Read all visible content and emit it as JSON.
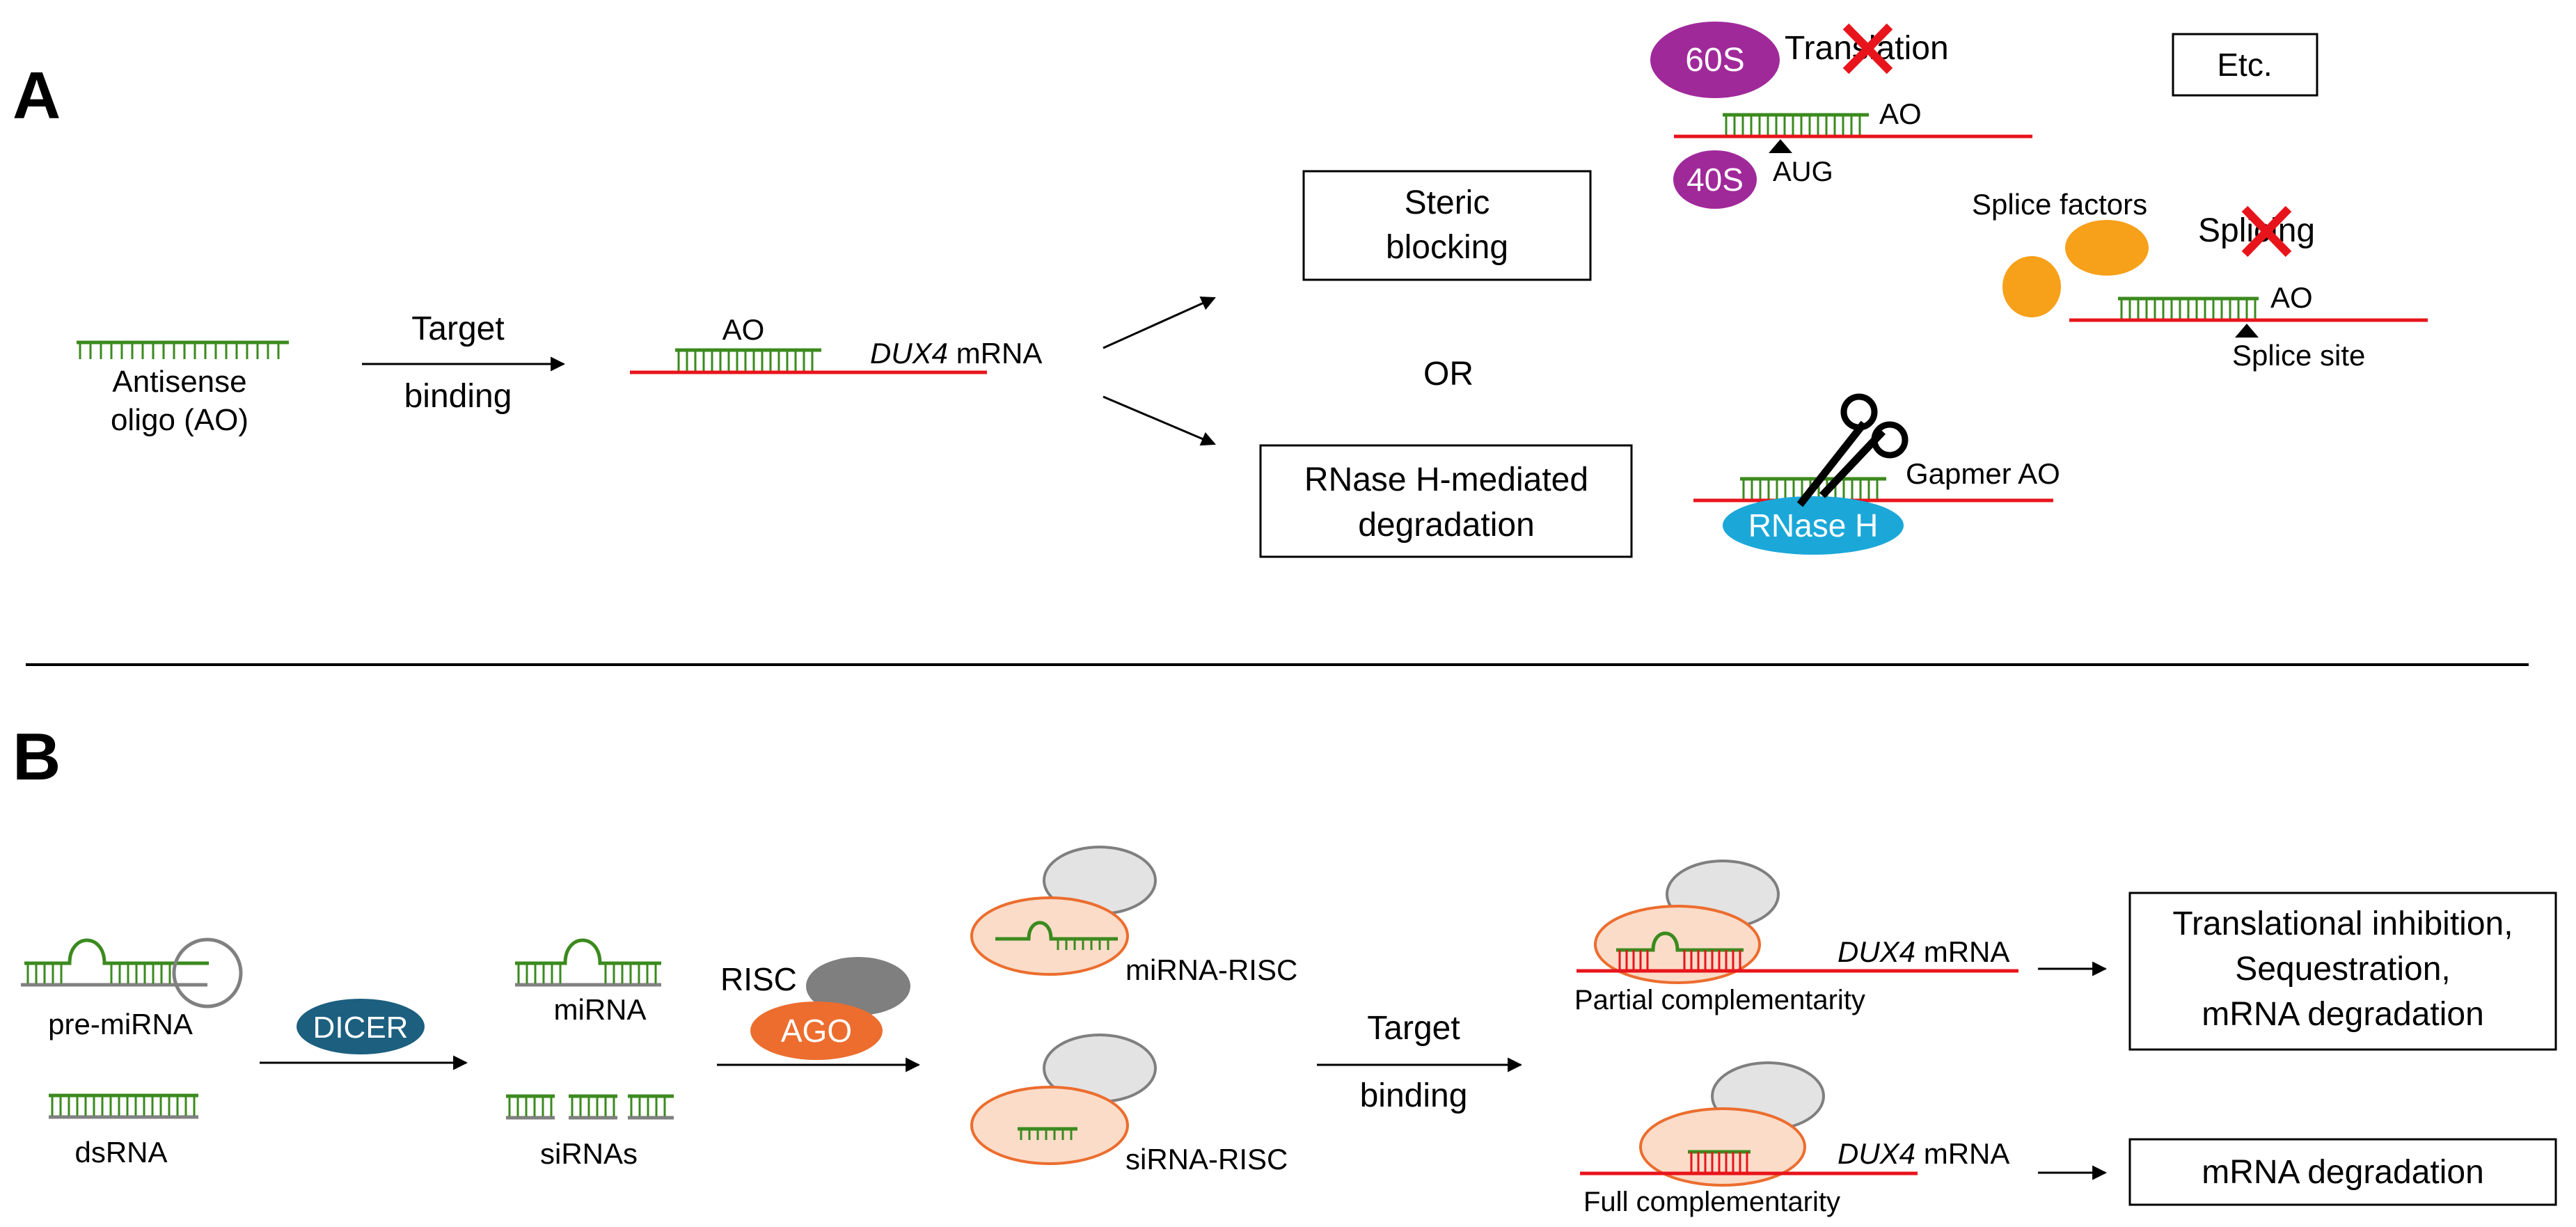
{
  "panel_a": {
    "label": "A",
    "ao_label": "Antisense\noligo (AO)",
    "target_binding": [
      "Target",
      "binding"
    ],
    "ao_short": "AO",
    "dux4": "DUX4",
    "mrna": "mRNA",
    "steric_box": [
      "Steric",
      "blocking"
    ],
    "or_text": "OR",
    "rnase_box": [
      "RNase H-mediated",
      "degradation"
    ],
    "ribosome_60s": "60S",
    "ribosome_40s": "40S",
    "translation": "Translation",
    "aug": "AUG",
    "etc": "Etc.",
    "splice_factors": "Splice factors",
    "splicing": "Splicing",
    "splice_site": "Splice site",
    "gapmer": "Gapmer AO",
    "rnase_h": "RNase H"
  },
  "panel_b": {
    "label": "B",
    "pre_mirna": "pre-miRNA",
    "dsrna": "dsRNA",
    "dicer": "DICER",
    "mirna": "miRNA",
    "sirnas": "siRNAs",
    "risc": "RISC",
    "ago": "AGO",
    "mirna_risc": "miRNA-RISC",
    "sirna_risc": "siRNA-RISC",
    "target_binding": [
      "Target",
      "binding"
    ],
    "dux4": "DUX4",
    "mrna": "mRNA",
    "partial": "Partial complementarity",
    "full": "Full complementarity",
    "outcome_partial": [
      "Translational inhibition,",
      "Sequestration,",
      "mRNA degradation"
    ],
    "outcome_full": "mRNA degradation"
  },
  "colors": {
    "mrna": "#e8141b",
    "oligo": "#3b8a1e",
    "ribosome": "#a0299a",
    "splice_factor": "#f7a01a",
    "rnase_h": "#1ba8d8",
    "dicer": "#1c5f7f",
    "ago": "#ec6d2e",
    "risc_grey": "#7f7f7f",
    "risc_fill": "#fbdcc9"
  }
}
